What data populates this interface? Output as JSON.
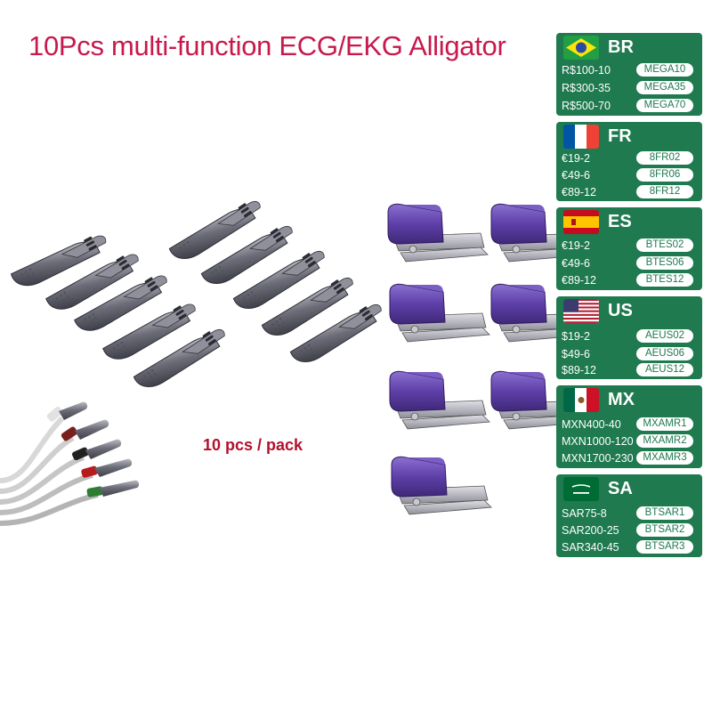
{
  "title": "10Pcs multi-function  ECG/EKG Alligator",
  "pack_label": "10 pcs / pack",
  "colors": {
    "title": "#c8194e",
    "panel": "#1f7a4f",
    "label": "#b3102c",
    "clip": "#6b4fb0"
  },
  "coupons": [
    {
      "code": "BR",
      "flag": "brazil-flag-icon",
      "rows": [
        {
          "amount": "R$100-10",
          "coupon": "MEGA10"
        },
        {
          "amount": "R$300-35",
          "coupon": "MEGA35"
        },
        {
          "amount": "R$500-70",
          "coupon": "MEGA70"
        }
      ]
    },
    {
      "code": "FR",
      "flag": "france-flag-icon",
      "rows": [
        {
          "amount": "€19-2",
          "coupon": "8FR02"
        },
        {
          "amount": "€49-6",
          "coupon": "8FR06"
        },
        {
          "amount": "€89-12",
          "coupon": "8FR12"
        }
      ]
    },
    {
      "code": "ES",
      "flag": "spain-flag-icon",
      "rows": [
        {
          "amount": "€19-2",
          "coupon": "BTES02"
        },
        {
          "amount": "€49-6",
          "coupon": "BTES06"
        },
        {
          "amount": "€89-12",
          "coupon": "BTES12"
        }
      ]
    },
    {
      "code": "US",
      "flag": "usa-flag-icon",
      "rows": [
        {
          "amount": "$19-2",
          "coupon": "AEUS02"
        },
        {
          "amount": "$49-6",
          "coupon": "AEUS06"
        },
        {
          "amount": "$89-12",
          "coupon": "AEUS12"
        }
      ]
    },
    {
      "code": "MX",
      "flag": "mexico-flag-icon",
      "rows": [
        {
          "amount": "MXN400-40",
          "coupon": "MXAMR1"
        },
        {
          "amount": "MXN1000-120",
          "coupon": "MXAMR2"
        },
        {
          "amount": "MXN1700-230",
          "coupon": "MXAMR3"
        }
      ]
    },
    {
      "code": "SA",
      "flag": "saudi-flag-icon",
      "rows": [
        {
          "amount": "SAR75-8",
          "coupon": "BTSAR1"
        },
        {
          "amount": "SAR200-25",
          "coupon": "BTSAR2"
        },
        {
          "amount": "SAR340-45",
          "coupon": "BTSAR3"
        }
      ]
    }
  ]
}
